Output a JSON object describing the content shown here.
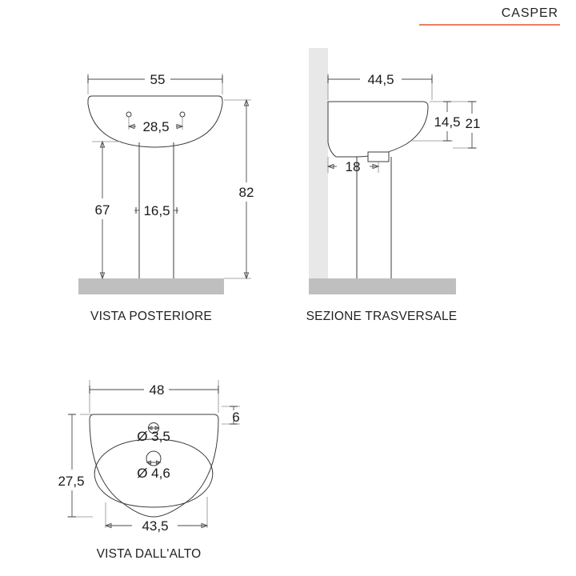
{
  "header": {
    "brand": "CASPER",
    "rule_color": "#e8552a"
  },
  "colors": {
    "floor": "#bfbfbf",
    "wall": "#e8e8e8",
    "outline": "#3c3c3c",
    "dimension": "#4a4a4a",
    "text": "#1a1a1a"
  },
  "views": {
    "rear": {
      "label": "VISTA POSTERIORE",
      "dimensions": {
        "width": "55",
        "hole_spacing": "28,5",
        "pedestal_height": "67",
        "pedestal_width": "16,5",
        "total_height": "82"
      }
    },
    "section": {
      "label": "SEZIONE TRASVERSALE",
      "dimensions": {
        "depth": "44,5",
        "basin_height": "14,5",
        "total_basin_height": "21",
        "drain_offset": "18"
      }
    },
    "top": {
      "label": "VISTA DALL'ALTO",
      "dimensions": {
        "width": "48",
        "depth": "27,5",
        "back_offset": "6",
        "tap_hole": "Ø 3,5",
        "drain_hole": "Ø 4,6",
        "inner_width": "43,5"
      }
    }
  }
}
